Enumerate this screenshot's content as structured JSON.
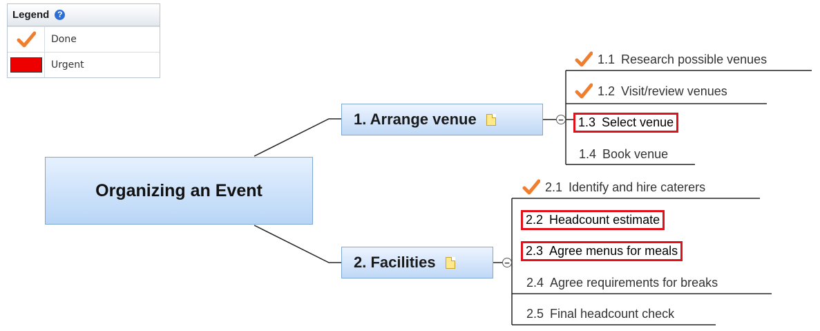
{
  "legend": {
    "title": "Legend",
    "items": [
      {
        "label": "Done",
        "icon": "checkmark-icon",
        "color": "#f07e2f"
      },
      {
        "label": "Urgent",
        "icon": "urgent-swatch",
        "color": "#ee0000"
      }
    ]
  },
  "central": {
    "title": "Organizing an Event"
  },
  "topics": [
    {
      "label": "1.  Arrange venue",
      "subtopics": [
        {
          "num": "1.1",
          "text": "Research possible venues",
          "done": true,
          "urgent": false
        },
        {
          "num": "1.2",
          "text": "Visit/review venues",
          "done": true,
          "urgent": false
        },
        {
          "num": "1.3",
          "text": "Select venue",
          "done": false,
          "urgent": true
        },
        {
          "num": "1.4",
          "text": "Book venue",
          "done": false,
          "urgent": false
        }
      ]
    },
    {
      "label": "2.  Facilities",
      "subtopics": [
        {
          "num": "2.1",
          "text": "Identify and hire caterers",
          "done": true,
          "urgent": false
        },
        {
          "num": "2.2",
          "text": "Headcount estimate",
          "done": false,
          "urgent": true
        },
        {
          "num": "2.3",
          "text": "Agree menus for meals",
          "done": false,
          "urgent": true
        },
        {
          "num": "2.4",
          "text": "Agree requirements for breaks",
          "done": false,
          "urgent": false
        },
        {
          "num": "2.5",
          "text": "Final headcount check",
          "done": false,
          "urgent": false
        }
      ]
    }
  ],
  "colors": {
    "done": "#f07e2f",
    "urgent": "#e0111b",
    "topic_border": "#7fa7d4",
    "connector": "#222222"
  },
  "collapse_symbol": "−"
}
